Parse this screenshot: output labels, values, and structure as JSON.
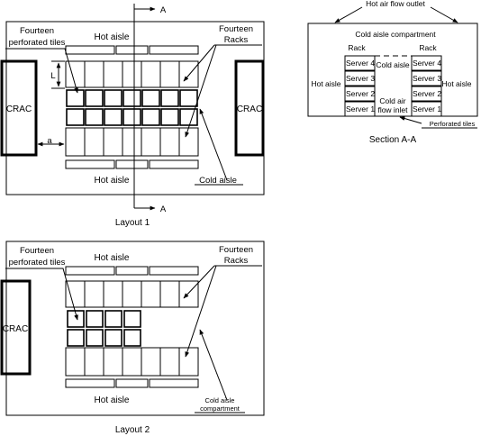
{
  "layout1": {
    "caption": "Layout 1",
    "crac_left": "CRAC",
    "crac_right": "CRAC",
    "hot_aisle_top": "Hot aisle",
    "hot_aisle_bottom": "Hot aisle",
    "cold_aisle": "Cold aisle",
    "tiles_label_line1": "Fourteen",
    "tiles_label_line2": "perforated tiles",
    "racks_label_line1": "Fourteen",
    "racks_label_line2": "Racks",
    "dim_L": "L",
    "dim_a": "a",
    "section_marker_top": "A",
    "section_marker_bottom": "A"
  },
  "layout2": {
    "caption": "Layout 2",
    "crac": "CRAC",
    "hot_aisle_top": "Hot aisle",
    "hot_aisle_bottom": "Hot aisle",
    "tiles_label_line1": "Fourteen",
    "tiles_label_line2": "perforated tiles",
    "racks_label_line1": "Fourteen",
    "racks_label_line2": "Racks",
    "cold_aisle_line1": "Cold aisle",
    "cold_aisle_line2": "compartment"
  },
  "section": {
    "caption": "Section A-A",
    "outlet": "Hot air flow outlet",
    "compartment": "Cold aisle compartment",
    "rack_left": "Rack",
    "rack_right": "Rack",
    "cold_aisle": "Cold aisle",
    "hot_aisle_left": "Hot aisle",
    "hot_aisle_right": "Hot aisle",
    "servers_left": [
      "Server 4",
      "Server 3",
      "Server 2",
      "Server 1"
    ],
    "servers_right": [
      "Server 4",
      "Server 3",
      "Server 2",
      "Server 1"
    ],
    "inlet_line1": "Cold air",
    "inlet_line2": "flow inlet",
    "perforated": "Perforated tiles"
  }
}
